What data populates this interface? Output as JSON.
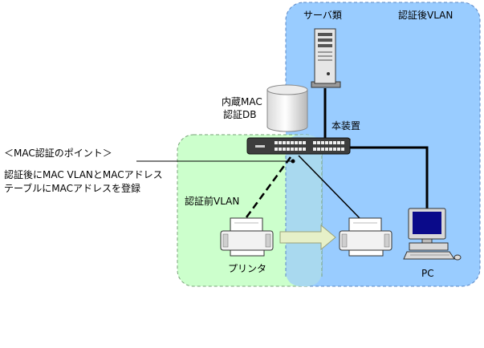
{
  "labels": {
    "servers": "サーバ類",
    "post_auth_vlan": "認証後VLAN",
    "builtin_mac_db_line1": "内蔵MAC",
    "builtin_mac_db_line2": "認証DB",
    "device": "本装置",
    "pre_auth_vlan": "認証前VLAN",
    "printer": "プリンタ",
    "pc": "PC"
  },
  "callout": {
    "line1": "＜MAC認証のポイント＞",
    "line2": "認証後にMAC VLANとMACアドレス",
    "line3": "テーブルにMACアドレスを登録"
  },
  "colors": {
    "post_auth_zone": "#99ccff",
    "pre_auth_zone": "#ccffcc",
    "migration_arrow": "#e6f0c8"
  }
}
